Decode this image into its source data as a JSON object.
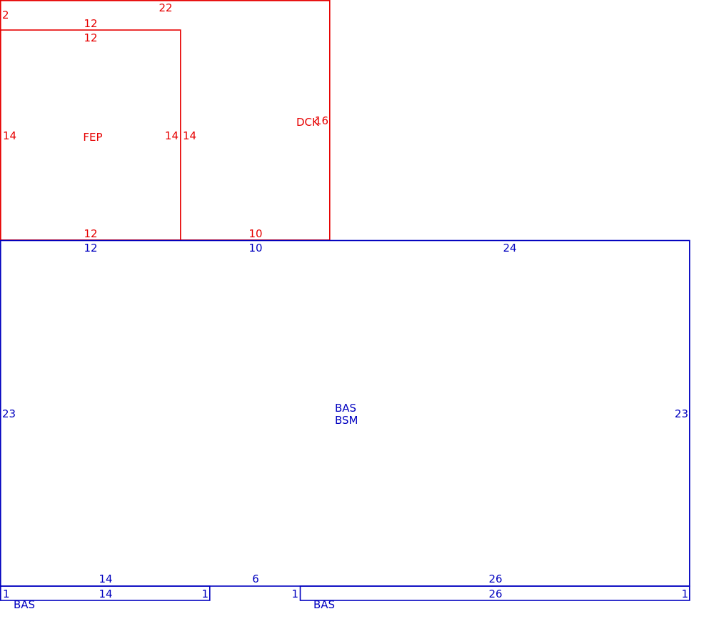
{
  "colors": {
    "upper_floor": "#e60000",
    "lower_floor": "#0000bf"
  },
  "areas": {
    "fep": {
      "name": "FEP",
      "top": "12",
      "top_inner": "12",
      "left": "14",
      "right": "14",
      "bottom": "12"
    },
    "dck": {
      "name": "DCK",
      "top": "22",
      "left": "14",
      "right": "16",
      "bottom": "10",
      "offset": "2"
    },
    "bsm": {
      "name_1": "BAS",
      "name_2": "BSM",
      "top_left": "12",
      "top_mid": "10",
      "top_right": "24",
      "left": "23",
      "right": "23",
      "bottom_left": "14",
      "bottom_mid": "6",
      "bottom_right": "26"
    },
    "bas_left": {
      "name": "BAS",
      "top": "14",
      "left": "1",
      "right": "1"
    },
    "bas_right": {
      "name": "BAS",
      "top": "26",
      "left": "1",
      "right": "1"
    }
  }
}
